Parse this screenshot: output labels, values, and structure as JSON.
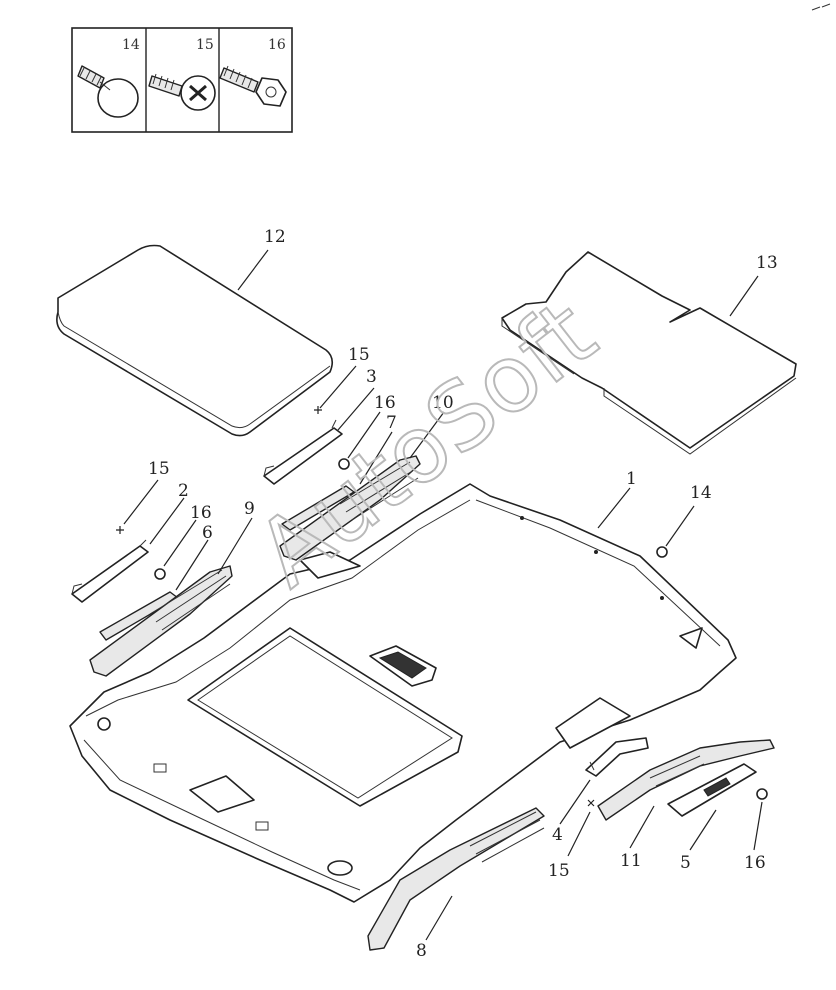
{
  "watermark": "AutoSoft",
  "inset": {
    "items": [
      {
        "label": "14",
        "icon": "push-clip-icon"
      },
      {
        "label": "15",
        "icon": "cross-head-screw-icon"
      },
      {
        "label": "16",
        "icon": "hex-bolt-icon"
      }
    ]
  },
  "callouts": {
    "c1": "1",
    "c2": "2",
    "c3": "3",
    "c4": "4",
    "c5": "5",
    "c6": "6",
    "c7": "7",
    "c8": "8",
    "c9": "9",
    "c10": "10",
    "c11": "11",
    "c12": "12",
    "c13": "13",
    "c14": "14",
    "c15a": "15",
    "c15b": "15",
    "c15c": "15",
    "c16a": "16",
    "c16b": "16",
    "c16c": "16"
  }
}
